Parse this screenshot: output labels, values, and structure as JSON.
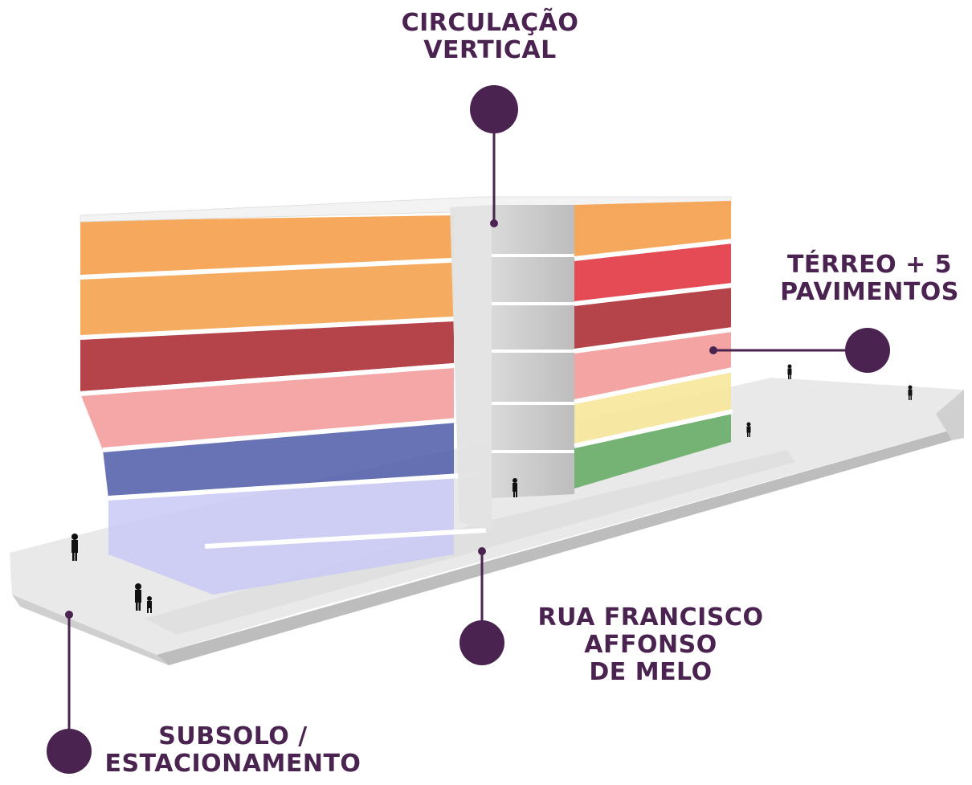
{
  "accent_color": "#4a2350",
  "labels": {
    "circulacao": {
      "line1": "CIRCULAÇÃO",
      "line2": "VERTICAL"
    },
    "terreo": {
      "line1": "TÉRREO + 5",
      "line2": "PAVIMENTOS"
    },
    "rua": {
      "line1": "RUA FRANCISCO",
      "line2": "AFFONSO",
      "line3": "DE MELO"
    },
    "subsolo": {
      "line1": "SUBSOLO /",
      "line2": "ESTACIONAMENTO"
    }
  },
  "floor_colors": {
    "left": [
      "#f5a04a",
      "#f5a04a",
      "#a8222a",
      "#f49a9a",
      "#4d5aa8",
      "#c9c8f5"
    ],
    "right": [
      "#f5a04a",
      "#e0323c",
      "#a8222a",
      "#f49a9a",
      "#f7e79a",
      "#5fa95f"
    ]
  }
}
